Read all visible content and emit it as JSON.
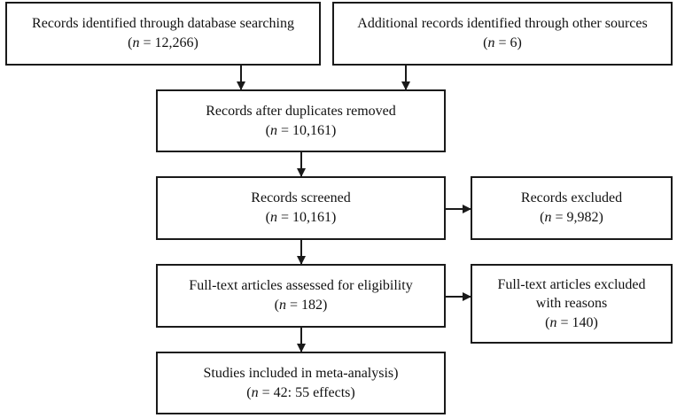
{
  "boxes": {
    "database": {
      "title": "Records identified through database searching",
      "count": "= 12,266"
    },
    "other": {
      "title": "Additional records identified through other sources",
      "count": "= 6"
    },
    "dedup": {
      "title": "Records after duplicates removed",
      "count": "= 10,161"
    },
    "screened": {
      "title": "Records screened",
      "count": "= 10,161"
    },
    "excluded": {
      "title": "Records excluded",
      "count": "= 9,982"
    },
    "fulltext": {
      "title": "Full-text articles assessed for eligibility",
      "count": "= 182"
    },
    "fulltext_excluded": {
      "title_line1": "Full-text articles excluded",
      "title_line2": "with reasons",
      "count": "= 140"
    },
    "included": {
      "title": "Studies included in meta-analysis)",
      "count": "= 42: 55 effects"
    }
  },
  "n_symbol": "n"
}
